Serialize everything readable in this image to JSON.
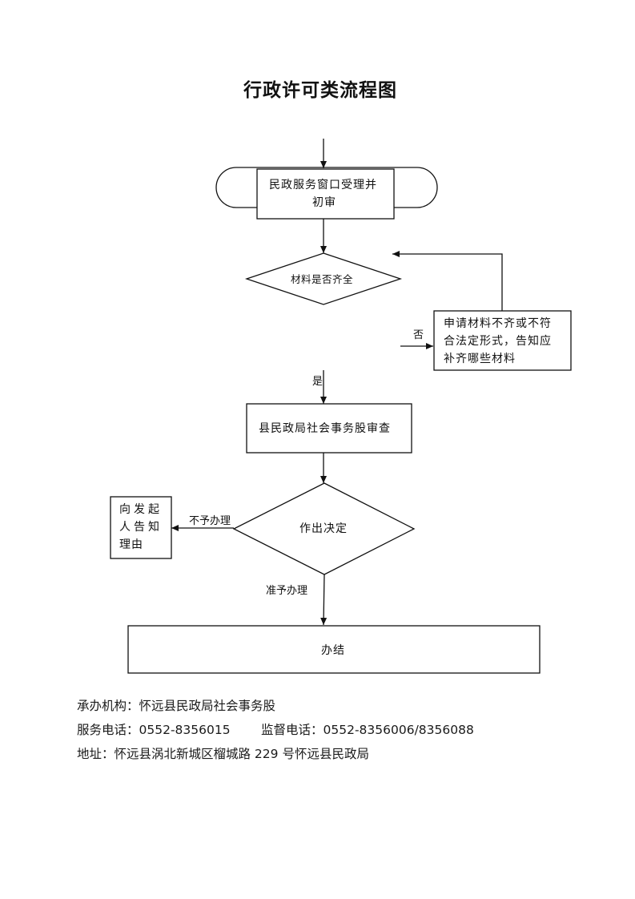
{
  "title": "行政许可类流程图",
  "nodes": {
    "window_acceptance": [
      "民政服务窗口受理并",
      "初审"
    ],
    "materials_check": "材料是否齐全",
    "supplement_notice": [
      "申请材料不齐或不符",
      "合法定形式，告知应",
      "补齐哪些材料"
    ],
    "review": "县民政局社会事务股审查",
    "decision": "作出决定",
    "notify_reason": [
      "向发起",
      "人告知",
      "理由"
    ],
    "complete": "办结"
  },
  "edge_labels": {
    "no": "否",
    "yes": "是",
    "not_approved": "不予办理",
    "approved": "准予办理"
  },
  "footer": {
    "office": "承办机构：怀远县民政局社会事务股",
    "phone": "服务电话：0552-8356015",
    "supervise": "监督电话：0552-8356006/8356088",
    "address": "地址：怀远县涡北新城区榴城路 229 号怀远县民政局"
  }
}
